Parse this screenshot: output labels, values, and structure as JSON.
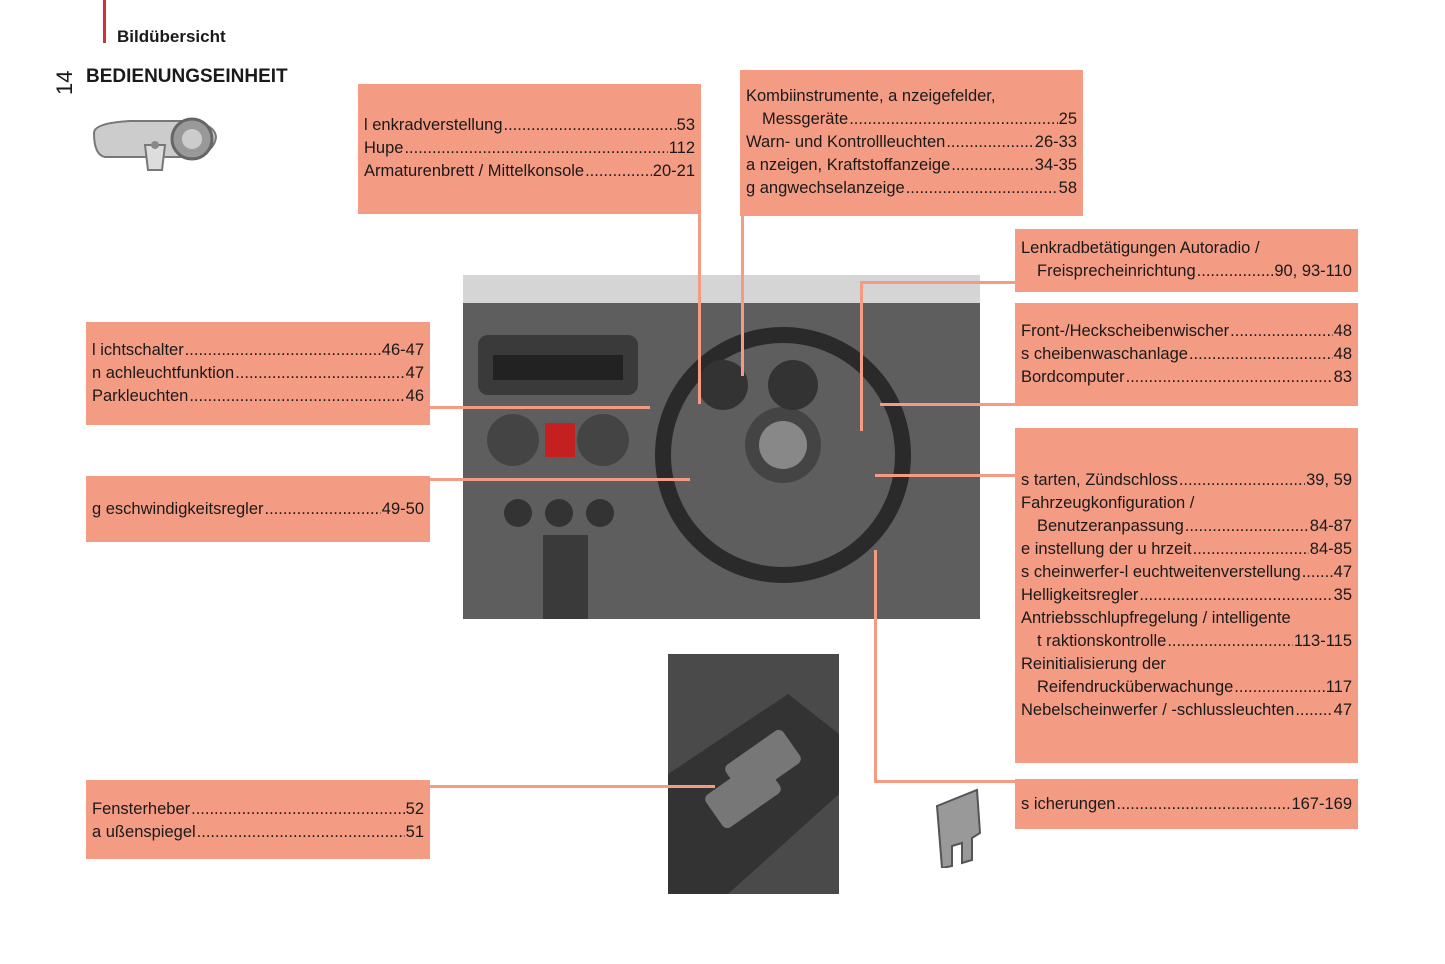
{
  "header": {
    "section": "Bildübersicht",
    "page_number": "14",
    "title": "BEDIENUNGSEINHEIT"
  },
  "colors": {
    "box": "#f49b84",
    "accent": "#d0303a"
  },
  "boxes": [
    {
      "items": [
        {
          "label": "l enkradverstellung",
          "page": "53"
        },
        {
          "label": "Hupe",
          "page": "112"
        },
        {
          "label": "Armaturenbrett / Mittelkonsole",
          "page": "20-21"
        }
      ]
    },
    {
      "items": [
        {
          "label": "Kombiinstrumente, a nzeigefelder,"
        },
        {
          "label": "Messgeräte",
          "page": "25",
          "indent": true
        },
        {
          "label": "Warn- und Kontrollleuchten",
          "page": "26-33"
        },
        {
          "label": "a nzeigen, Kraftstoffanzeige",
          "page": "34-35"
        },
        {
          "label": "g angwechselanzeige",
          "page": "58"
        }
      ]
    },
    {
      "items": [
        {
          "label": "Lenkradbetätigungen Autoradio /"
        },
        {
          "label": "Freisprecheinrichtung",
          "page": "90, 93-110",
          "indent": true
        }
      ]
    },
    {
      "items": [
        {
          "label": "Front-/Heckscheibenwischer",
          "page": "48"
        },
        {
          "label": "s cheibenwaschanlage",
          "page": "48"
        },
        {
          "label": "Bordcomputer",
          "page": "83"
        }
      ]
    },
    {
      "items": [
        {
          "label": "s tarten, Zündschloss",
          "page": "39, 59"
        },
        {
          "label": "Fahrzeugkonfiguration /"
        },
        {
          "label": "Benutzeranpassung",
          "page": "84-87",
          "indent": true
        },
        {
          "label": "e instellung der u hrzeit",
          "page": "84-85"
        },
        {
          "label": "s cheinwerfer-l euchtweitenverstellung",
          "page": "47"
        },
        {
          "label": "Helligkeitsregler",
          "page": "35"
        },
        {
          "label": "Antriebsschlupfregelung / intelligente"
        },
        {
          "label": "t raktionskontrolle",
          "page": "113-115",
          "indent": true
        },
        {
          "label": "Reinitialisierung der"
        },
        {
          "label": "Reifendrucküberwachunge",
          "page": "117",
          "indent": true
        },
        {
          "label": "Nebelscheinwerfer / -schlussleuchten",
          "page": "47"
        }
      ]
    },
    {
      "items": [
        {
          "label": "s icherungen",
          "page": "167-169"
        }
      ]
    },
    {
      "items": [
        {
          "label": "l ichtschalter",
          "page": "46-47"
        },
        {
          "label": "n achleuchtfunktion",
          "page": "47"
        },
        {
          "label": "Parkleuchten",
          "page": "46"
        }
      ]
    },
    {
      "items": [
        {
          "label": "g eschwindigkeitsregler",
          "page": "49-50"
        }
      ]
    },
    {
      "items": [
        {
          "label": "Fensterheber",
          "page": "52"
        },
        {
          "label": "a ußenspiegel",
          "page": "51"
        }
      ]
    }
  ]
}
